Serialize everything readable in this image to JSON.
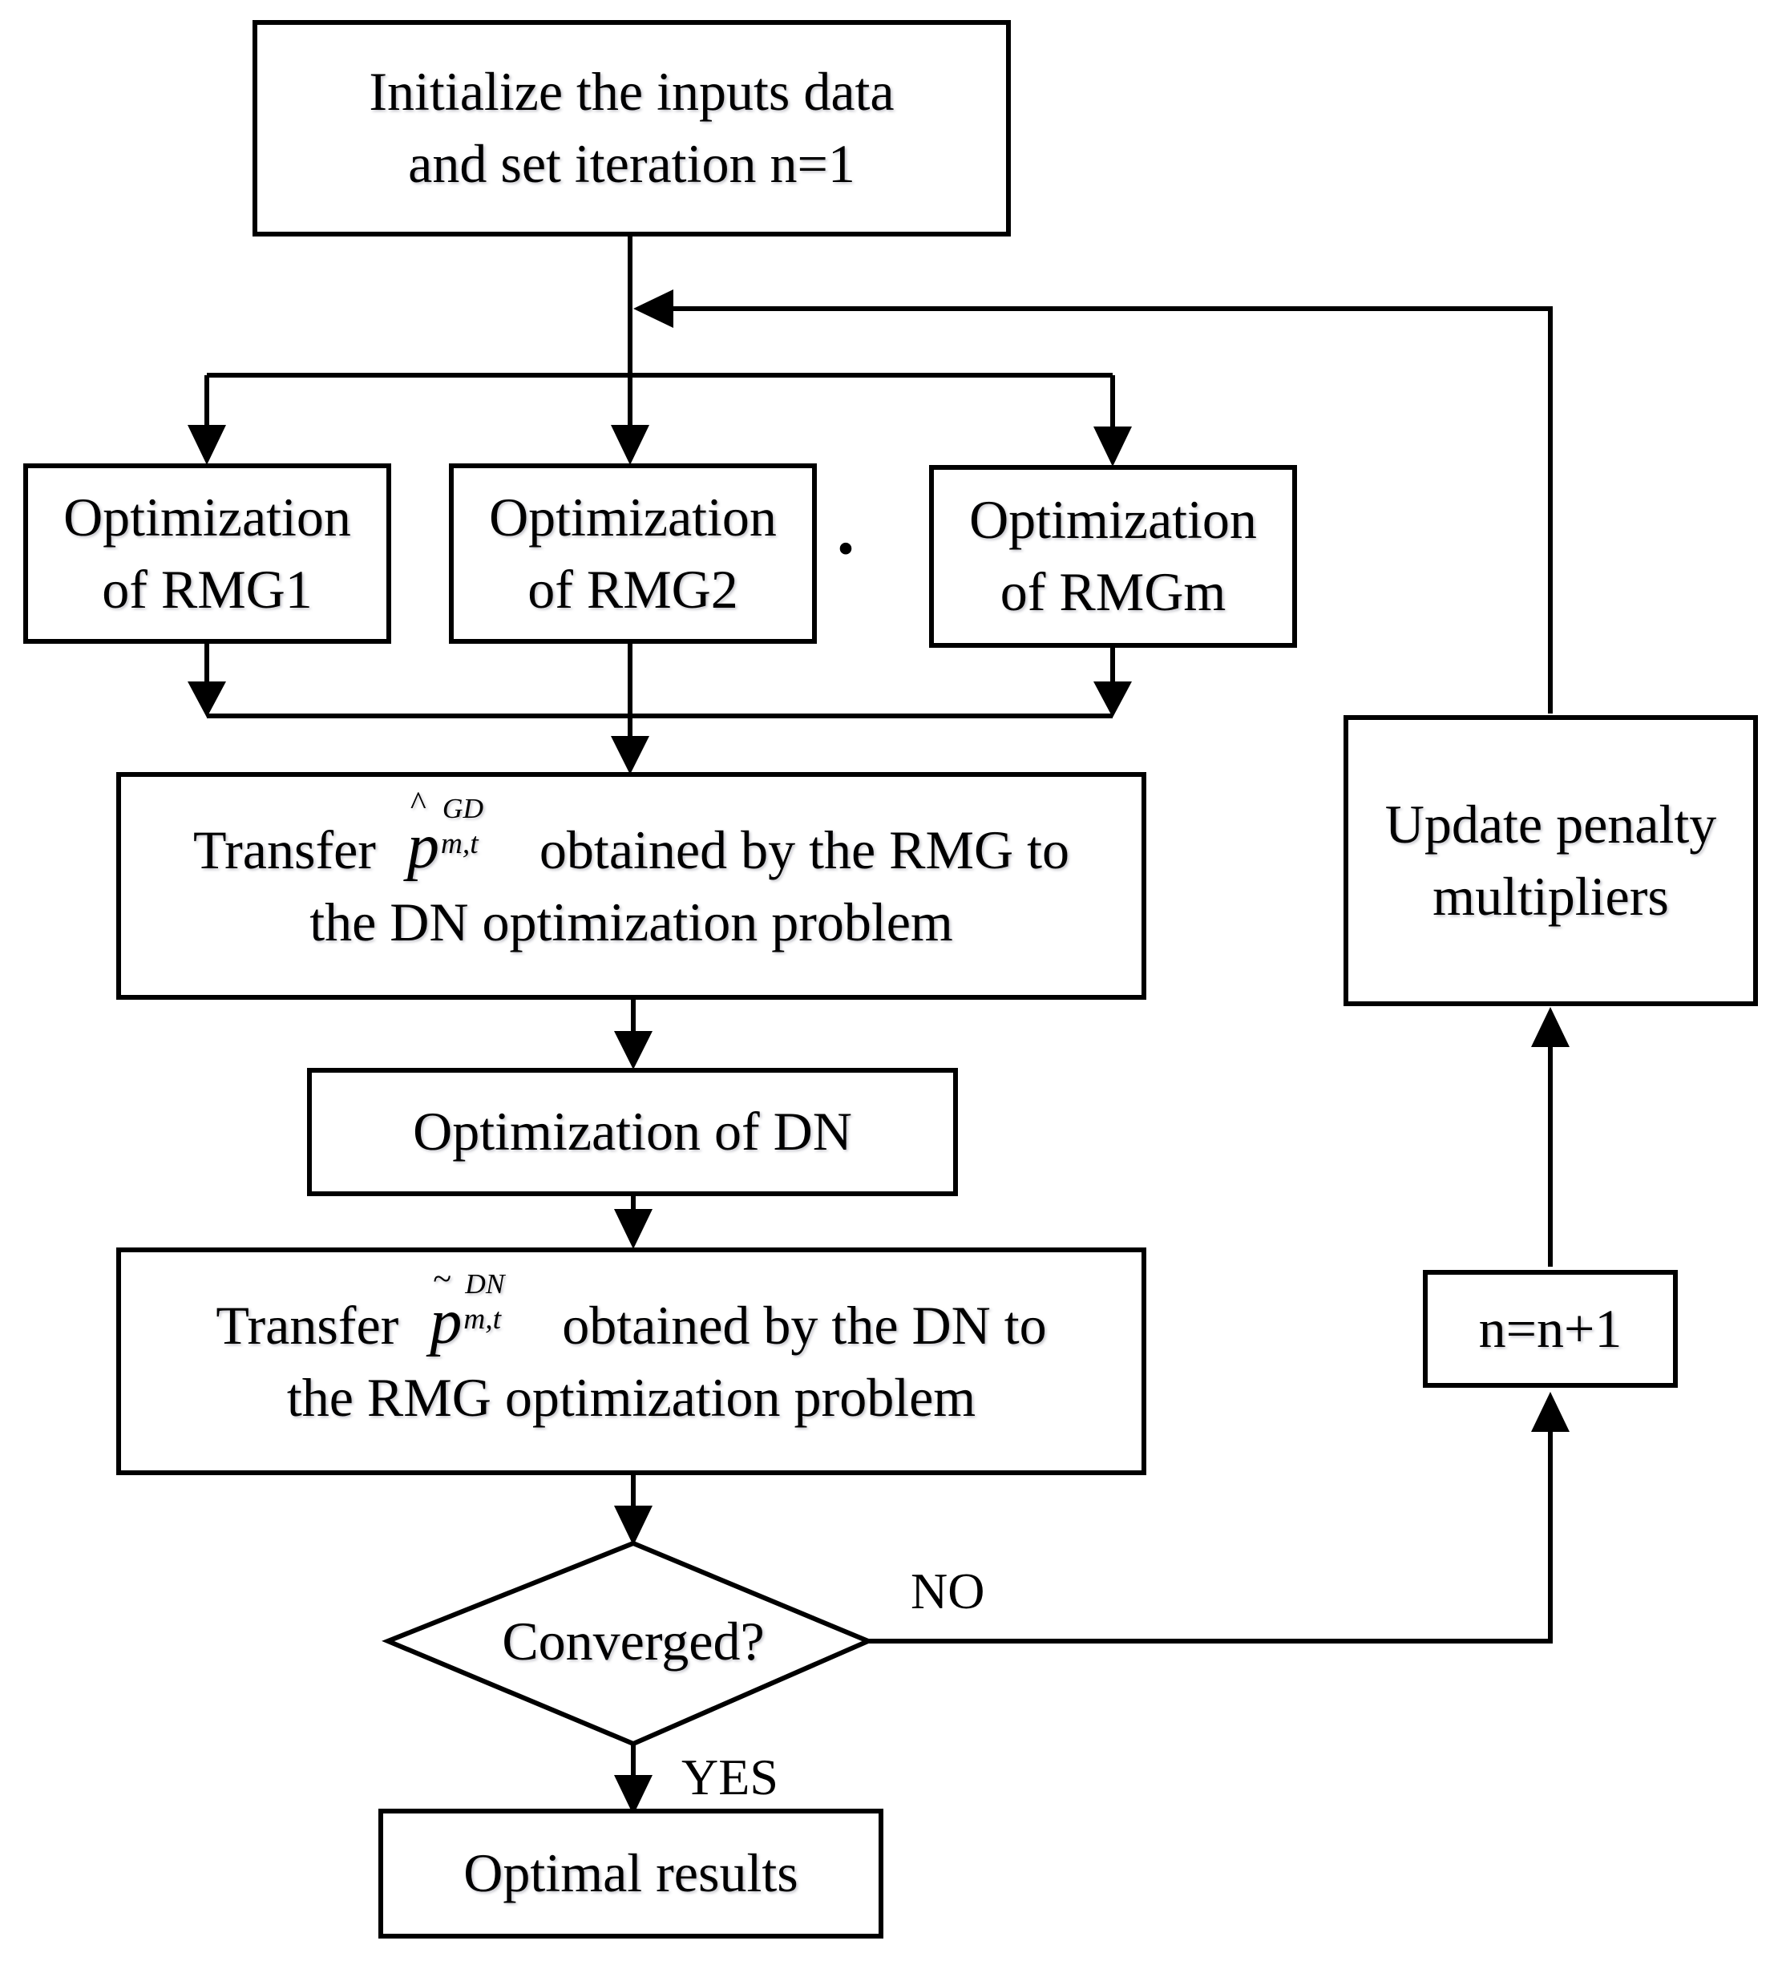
{
  "nodes": {
    "init": {
      "line1": "Initialize the inputs data",
      "line2": "and set  iteration n=1"
    },
    "rmg1": {
      "line1": "Optimization",
      "line2": "of RMG1"
    },
    "rmg2": {
      "line1": "Optimization",
      "line2": "of RMG2"
    },
    "rmgm": {
      "line1": "Optimization",
      "line2": "of RMGm"
    },
    "ellipsis": "· ·",
    "transfer_gd": {
      "prefix": "Transfer",
      "symbol": "p",
      "subscript": "m,t",
      "superscript": "GD",
      "accent": "^",
      "suffix": "obtained by the RMG to",
      "line2": "the DN optimization problem"
    },
    "opt_dn": {
      "label": "Optimization  of DN"
    },
    "transfer_dn": {
      "prefix": "Transfer",
      "symbol": "p",
      "subscript": "m,t",
      "superscript": "DN",
      "accent": "~",
      "suffix": "obtained by the DN to",
      "line2": "the RMG optimization problem"
    },
    "converged": {
      "label": "Converged?"
    },
    "optimal": {
      "label": "Optimal  results"
    },
    "update": {
      "line1": "Update penalty",
      "line2": "multipliers"
    },
    "increment": {
      "label": "n=n+1"
    }
  },
  "edge_labels": {
    "no": "NO",
    "yes": "YES"
  },
  "colors": {
    "stroke": "#000000",
    "background": "#ffffff"
  }
}
